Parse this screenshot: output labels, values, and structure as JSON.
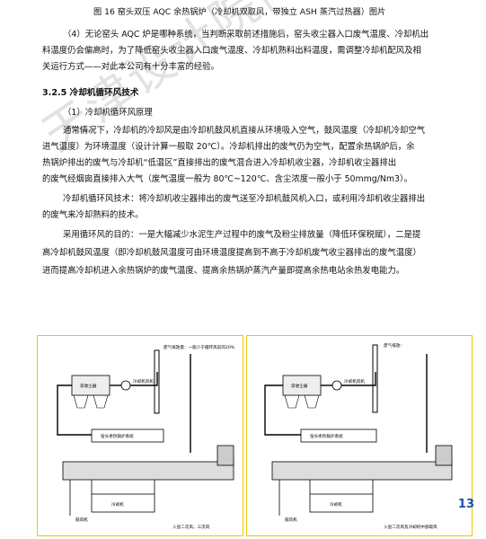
{
  "document": {
    "caption": "图 16   窑头双压 AQC 余热锅炉（冷却机双取风，带独立 ASH 蒸汽过热器）图片",
    "paragraph_4_line1": "（4）无论窑头 AQC 炉是哪种系统，当判断采取前述措施后，窑头收尘器入口废气温度、冷却机出",
    "paragraph_4_line2": "料温度仍会偏高时，为了降低窑头收尘器入口废气温度、冷却机熟料出料温度，需调整冷却机配风及相",
    "paragraph_4_line3": "关运行方式——对此本公司有十分丰富的经验。",
    "section_title": "3.2.5  冷却机循环风技术",
    "subsection_title": "（1）冷却机循环风原理",
    "para_a_line1": "通常情况下，冷却机的冷却风是由冷却机鼓风机直接从环境吸入空气，鼓风温度（冷却机冷却空气",
    "para_a_line2": "进气温度）为环境温度（设计计算一般取 20℃）。冷却机排出的废气仍为空气，配置余热锅炉后，余",
    "para_a_line3": "热锅炉排出的废气与冷却机“低温区”直接排出的废气混合进入冷却机收尘器，冷却机收尘器排出",
    "para_a_line4": "的废气经烟囱直接排入大气（废气温度一般为 80℃~120℃、含尘浓度一般小于 50mmg/Nm3）。",
    "para_b_line1": "冷却机循环风技术：将冷却机收尘器排出的废气送至冷却机鼓风机入口，或利用冷却机收尘器排出",
    "para_b_line2": "的废气来冷却熟料的技术。",
    "para_c_line1": "采用循环风的目的：一是大幅减少水泥生产过程中的废气及粉尘排放量（降低环保税赋），二是提",
    "para_c_line2": "高冷却机鼓风温度（即冷却机鼓风温度可由环境温度提高到不高于冷却机废气收尘器排出的废气温度）",
    "para_c_line3": "进而提高冷却机进入余热锅炉的废气温度、提高余热锅炉蒸汽产量即提高余热电站余热发电能力。",
    "page_number": "13",
    "watermark": "天津设计院内部使用"
  },
  "figures": {
    "left": {
      "chimney_label": "废气排放量：一般少于循环风前的20%",
      "dust_collector": "袋收尘器",
      "fan": "冷却机风机",
      "boiler": "窑头余热锅炉系统",
      "cooler": "冷却机",
      "blower_note": "鼓风机",
      "bottom_note": "入窑二次风、三次风"
    },
    "right": {
      "chimney_label": "废气排放：",
      "dust_collector": "袋收尘器",
      "fan": "冷却机风机",
      "boiler": "窑头余热锅炉系统",
      "cooler": "冷却机",
      "blower_note": "鼓风机",
      "bottom_note": "入窑二次风及冷却机中部取风"
    }
  }
}
